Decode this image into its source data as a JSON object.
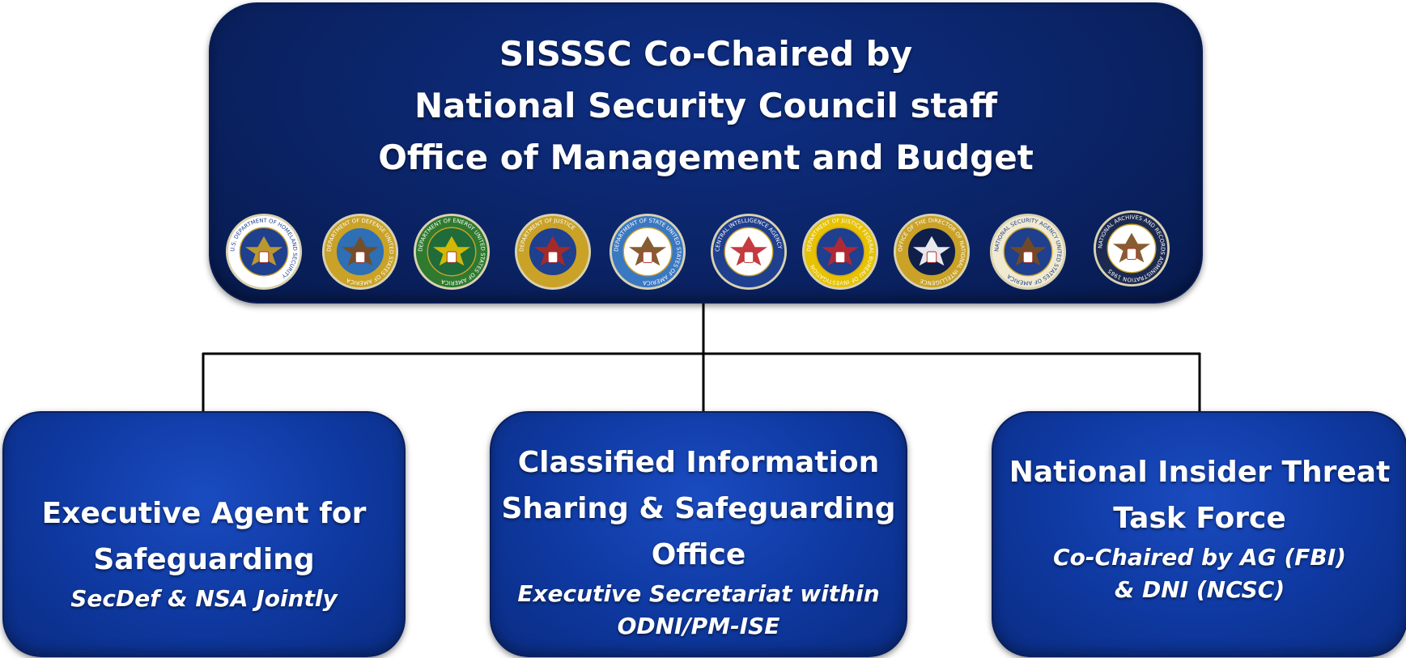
{
  "header": {
    "title_lines": [
      "SISSSC Co-Chaired by",
      "National Security Council staff",
      "Office of Management and Budget"
    ],
    "seals": [
      {
        "name": "homeland-security-seal",
        "ring_text": "U.S. DEPARTMENT OF HOMELAND SECURITY",
        "ring": "#ffffff",
        "center": "#1f3f8f",
        "accent": "#c9a227"
      },
      {
        "name": "defense-seal",
        "ring_text": "DEPARTMENT OF DEFENSE UNITED STATES OF AMERICA",
        "ring": "#c9a227",
        "center": "#2e6fb5",
        "accent": "#7a4a1c"
      },
      {
        "name": "energy-seal",
        "ring_text": "DEPARTMENT OF ENERGY UNITED STATES OF AMERICA",
        "ring": "#2f7a2f",
        "center": "#1f6b3a",
        "accent": "#e6c200"
      },
      {
        "name": "justice-seal",
        "ring_text": "DEPARTMENT OF JUSTICE",
        "ring": "#c9a227",
        "center": "#1f3f8f",
        "accent": "#b0281f"
      },
      {
        "name": "state-seal",
        "ring_text": "DEPARTMENT OF STATE UNITED STATES OF AMERICA",
        "ring": "#3a78c2",
        "center": "#ffffff",
        "accent": "#7a4a1c"
      },
      {
        "name": "cia-seal",
        "ring_text": "CENTRAL INTELLIGENCE AGENCY",
        "ring": "#1f3f8f",
        "center": "#ffffff",
        "accent": "#c0262b"
      },
      {
        "name": "fbi-seal",
        "ring_text": "DEPARTMENT OF JUSTICE FEDERAL BUREAU OF INVESTIGATION",
        "ring": "#e6c200",
        "center": "#1f3f8f",
        "accent": "#c0262b"
      },
      {
        "name": "odni-seal",
        "ring_text": "OFFICE OF THE DIRECTOR OF NATIONAL INTELLIGENCE",
        "ring": "#c9a227",
        "center": "#0f1f4a",
        "accent": "#ffffff"
      },
      {
        "name": "nsa-seal",
        "ring_text": "NATIONAL SECURITY AGENCY UNITED STATES OF AMERICA",
        "ring": "#f0ead0",
        "center": "#1f3f8f",
        "accent": "#7a4a1c"
      },
      {
        "name": "nara-seal",
        "ring_text": "NATIONAL ARCHIVES AND RECORDS ADMINISTRATION 1985",
        "ring": "#1c2a52",
        "center": "#ffffff",
        "accent": "#7a4a1c"
      }
    ]
  },
  "boxes": {
    "left": {
      "title_lines": [
        "Executive Agent for",
        "Safeguarding"
      ],
      "note_lines": [
        "SecDef & NSA Jointly"
      ]
    },
    "mid": {
      "title_lines": [
        "Classified Information",
        "Sharing & Safeguarding",
        "Office"
      ],
      "note_lines": [
        "Executive Secretariat within",
        "ODNI/PM-ISE"
      ]
    },
    "right": {
      "title_lines": [
        "National Insider Threat",
        "Task Force"
      ],
      "note_lines": [
        "Co-Chaired by AG (FBI)",
        "& DNI (NCSC)"
      ]
    }
  },
  "colors": {
    "top_box": "#0b2467",
    "sub_box": "#0f3aa3",
    "text": "#ffffff",
    "connector": "#000000"
  }
}
